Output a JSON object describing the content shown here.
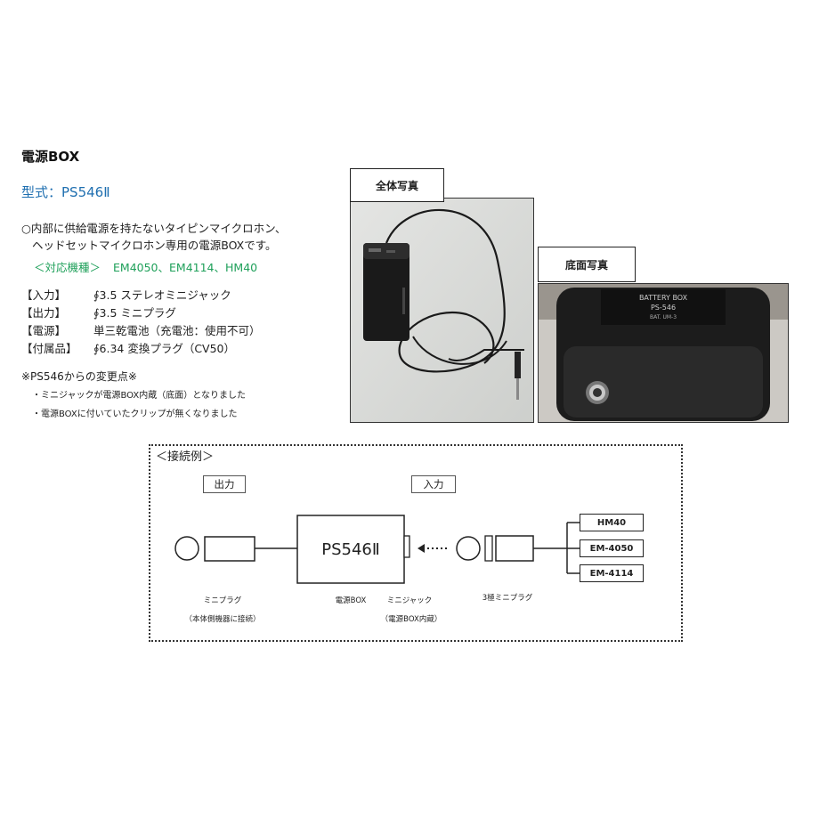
{
  "header": {
    "title": "電源BOX",
    "model": "型式：PS546Ⅱ"
  },
  "description": {
    "line1": "○内部に供給電源を持たないタイピンマイクロホン、",
    "line2": "ヘッドセットマイクロホン専用の電源BOXです。",
    "compat_label": "＜対応機種＞",
    "compat_models": "EM4050、EM4114、HM40"
  },
  "specs": [
    {
      "key": "【入力】",
      "value": "∮3.5 ステレオミニジャック"
    },
    {
      "key": "【出力】",
      "value": "∮3.5 ミニプラグ"
    },
    {
      "key": "【電源】",
      "value": "単三乾電池（充電池：使用不可）"
    },
    {
      "key": "【付属品】",
      "value": "∮6.34 変換プラグ（CV50）"
    }
  ],
  "changes": {
    "title": "※PS546からの変更点※",
    "items": [
      "・ミニジャックが電源BOX内蔵（底面）となりました",
      "・電源BOXに付いていたクリップが無くなりました"
    ]
  },
  "photos": {
    "full_label": "全体写真",
    "bottom_label": "底面写真",
    "battery_plate": [
      "BATTERY BOX",
      "PS-546",
      "BAT. UM-3"
    ]
  },
  "diagram": {
    "title": "＜接続例＞",
    "output_tag": "出力",
    "input_tag": "入力",
    "box_label": "PS546Ⅱ",
    "mini_plug": "ミニプラグ",
    "mini_plug_note": "（本体側機器に接続）",
    "power_box": "電源BOX",
    "mini_jack": "ミニジャック",
    "mini_jack_note": "（電源BOX内蔵）",
    "three_pole": "3極ミニプラグ",
    "models": [
      "HM40",
      "EM-4050",
      "EM-4114"
    ]
  }
}
